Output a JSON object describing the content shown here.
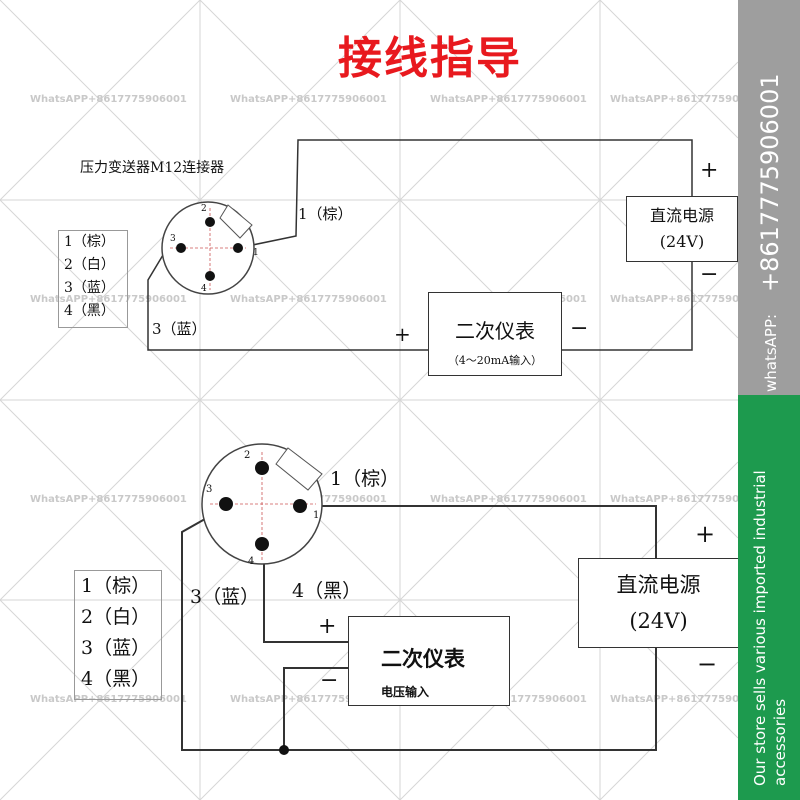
{
  "title": "接线指导",
  "colors": {
    "title": "#e8191e",
    "wire": "#333333",
    "side_gray": "#9e9e9e",
    "side_green": "#1d9a4e"
  },
  "watermark": "WhatsAPP+8617775906001",
  "connector_title": "压力变送器M12连接器",
  "top": {
    "wire1": "1（棕）",
    "wire3": "3（蓝）",
    "legend": [
      "1（棕）",
      "2（白）",
      "3（蓝）",
      "4（黑）"
    ],
    "pin_labels": [
      "1",
      "2",
      "3",
      "4"
    ],
    "power": {
      "line1": "直流电源",
      "line2": "(24V)",
      "plus": "+",
      "minus": "−"
    },
    "meter": {
      "line1": "二次仪表",
      "line2": "（4～20mA输入）",
      "plus": "+",
      "minus": "−"
    }
  },
  "bottom": {
    "wire1": "1（棕）",
    "wire3": "3（蓝）",
    "wire4": "4（黑）",
    "legend": [
      "1（棕）",
      "2（白）",
      "3（蓝）",
      "4（黑）"
    ],
    "pin_labels": [
      "1",
      "2",
      "3",
      "4"
    ],
    "power": {
      "line1": "直流电源",
      "line2": "(24V)",
      "plus": "+",
      "minus": "−"
    },
    "meter": {
      "line1": "二次仪表",
      "line2": "电压输入",
      "plus": "+",
      "minus": "−"
    }
  },
  "sidebar": {
    "phone": "+8617775906001",
    "whatsapp_label": "whatsAPP:",
    "store_line1": "Our store sells various imported industrial",
    "store_line2": "accessories"
  }
}
